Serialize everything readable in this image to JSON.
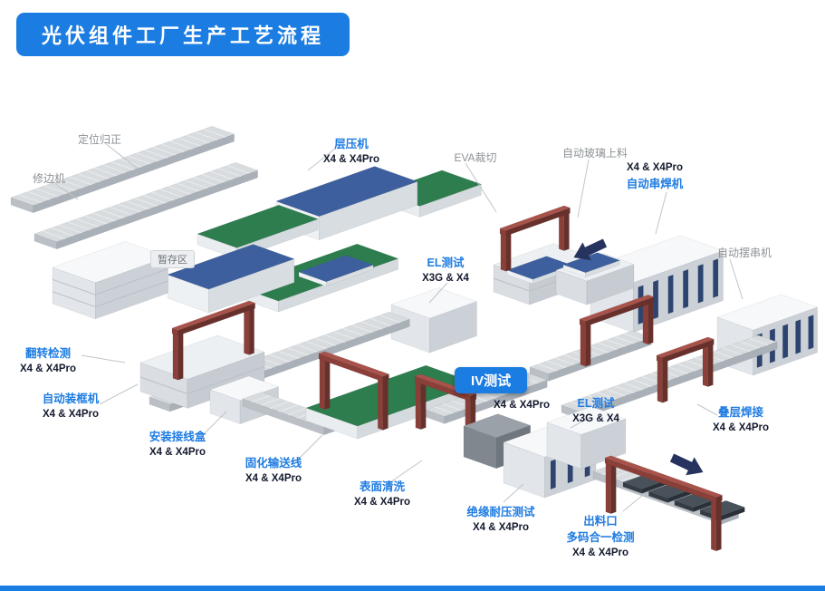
{
  "title": "光伏组件工厂生产工艺流程",
  "badges": {
    "iv_test": "IV测试",
    "buffer": "暂存区"
  },
  "labels": [
    {
      "id": "positioning",
      "line1": "定位归正"
    },
    {
      "id": "edge-trimmer",
      "line1": "修边机"
    },
    {
      "id": "laminator",
      "line1": "层压机",
      "line2": "X4 & X4Pro"
    },
    {
      "id": "eva-cutting",
      "line1": "EVA裁切"
    },
    {
      "id": "auto-glass-loading",
      "line1": "自动玻璃上料"
    },
    {
      "id": "auto-stringer",
      "line1": "X4 & X4Pro",
      "line2": "自动串焊机"
    },
    {
      "id": "auto-string-layup",
      "line1": "自动摆串机"
    },
    {
      "id": "el-test-1",
      "line1": "EL测试",
      "line2": "X3G & X4"
    },
    {
      "id": "flip-inspection",
      "line1": "翻转检测",
      "line2": "X4 & X4Pro"
    },
    {
      "id": "auto-framing",
      "line1": "自动装框机",
      "line2": "X4 & X4Pro"
    },
    {
      "id": "junction-box-install",
      "line1": "安装接线盒",
      "line2": "X4 & X4Pro"
    },
    {
      "id": "curing-conveyor",
      "line1": "固化输送线",
      "line2": "X4 & X4Pro"
    },
    {
      "id": "surface-cleaning",
      "line1": "表面清洗",
      "line2": "X4 & X4Pro"
    },
    {
      "id": "iv-test-sub",
      "line1": "X4 & X4Pro"
    },
    {
      "id": "el-test-2",
      "line1": "EL测试",
      "line2": "X3G & X4"
    },
    {
      "id": "stack-welding",
      "line1": "叠层焊接",
      "line2": "X4 & X4Pro"
    },
    {
      "id": "insulation-hipot-test",
      "line1": "绝缘耐压测试",
      "line2": "X4 & X4Pro"
    },
    {
      "id": "outlet-multicode-check",
      "line1": "出料口",
      "line2": "多码合一检测",
      "line3": "X4 & X4Pro"
    }
  ],
  "colors": {
    "accent_blue": "#1b7de2",
    "label_blue": "#1e7ce2",
    "label_dark": "#141a2e",
    "label_gray": "#8d9296",
    "belt_green": "#2e7d4e",
    "panel_blue": "#3d5f9d",
    "machine_red": "#8a3f38",
    "arrow_navy": "#26335f",
    "conveyor_gray": "#d8dcdf"
  }
}
